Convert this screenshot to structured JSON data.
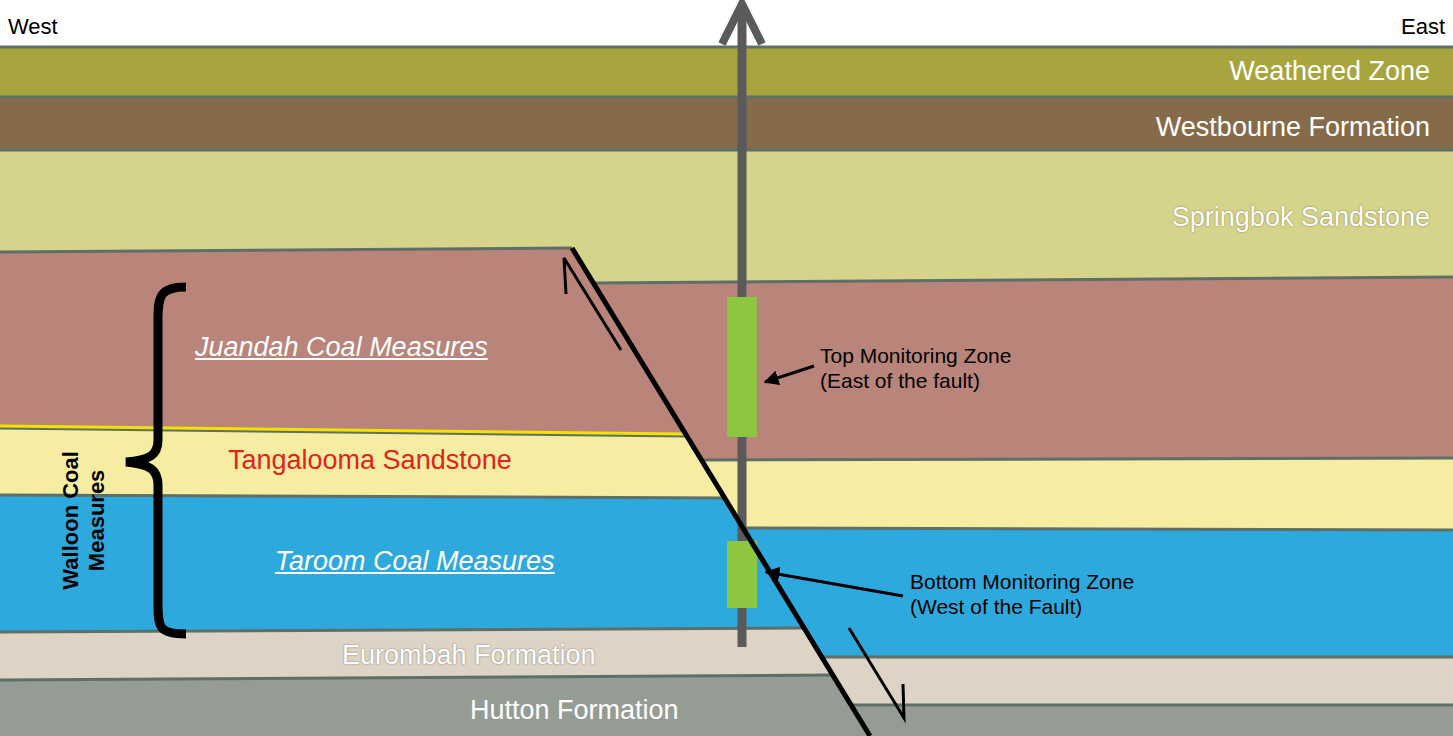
{
  "diagram": {
    "nodes": [
      {
        "text": [
          "Weathered Zone"
        ]
      },
      {
        "text": [
          "Westbourne Formation"
        ]
      },
      {
        "text": [
          "Springbok Sandstone"
        ]
      },
      {
        "text": [
          "Juandah Coal Measures"
        ]
      },
      {
        "text": [
          "Tangalooma Sandstone"
        ]
      },
      {
        "text": [
          "Taroom Coal Measures"
        ]
      },
      {
        "text": [
          "Eurombah Formation"
        ]
      },
      {
        "text": [
          "Hutton Formation"
        ]
      }
    ],
    "labels": [
      "West",
      "East",
      "Walloon Coal Measures",
      "Top Monitoring Zone (East of the fault)",
      "Bottom Monitoring Zone (West of the Fault)"
    ]
  }
}
